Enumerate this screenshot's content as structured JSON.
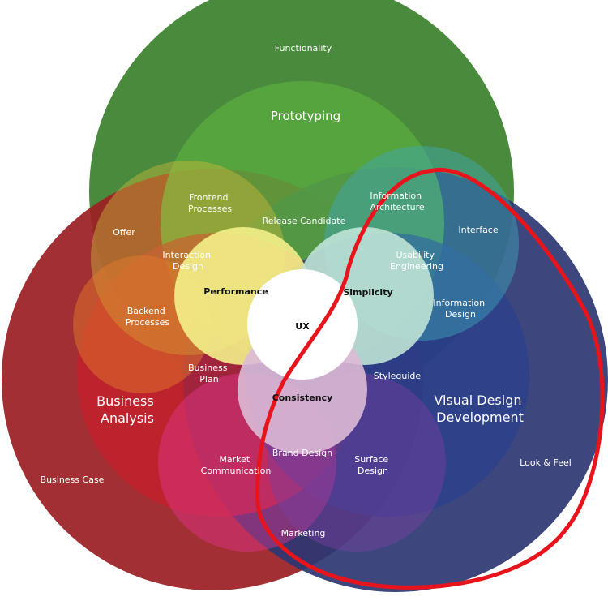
{
  "colors": {
    "green_outer": "#4a8a3c",
    "green_inner": "#5aa33e",
    "red_outer": "#9b1f23",
    "red_inner": "#b8202a",
    "blue_outer": "#2c3773",
    "blue_inner": "#2a3f8e",
    "highlight": "#e8141b"
  },
  "labels": {
    "functionality": "Functionality",
    "prototyping": "Prototyping",
    "frontend_processes": [
      "Frontend",
      "Processes"
    ],
    "information_architecture": [
      "Information",
      "Architecture"
    ],
    "offer": "Offer",
    "release_candidate": "Release Candidate",
    "interface": "Interface",
    "interaction_design": [
      "Interaction",
      "Design"
    ],
    "usability_engineering": [
      "Usability",
      "Engineering"
    ],
    "performance": "Performance",
    "simplicity": "Simplicity",
    "information_design": [
      "Information",
      "Design"
    ],
    "backend_processes": [
      "Backend",
      "Processes"
    ],
    "ux": "UX",
    "business_plan": [
      "Business",
      "Plan"
    ],
    "styleguide": "Styleguide",
    "consistency": "Consistency",
    "business_analysis": [
      "Business",
      "Analysis"
    ],
    "visual_design_development": [
      "Visual Design",
      "Development"
    ],
    "brand_design": "Brand Design",
    "market_communication": [
      "Market",
      "Communication"
    ],
    "surface_design": [
      "Surface",
      "Design"
    ],
    "business_case": "Business Case",
    "look_and_feel": "Look & Feel",
    "marketing": "Marketing"
  }
}
